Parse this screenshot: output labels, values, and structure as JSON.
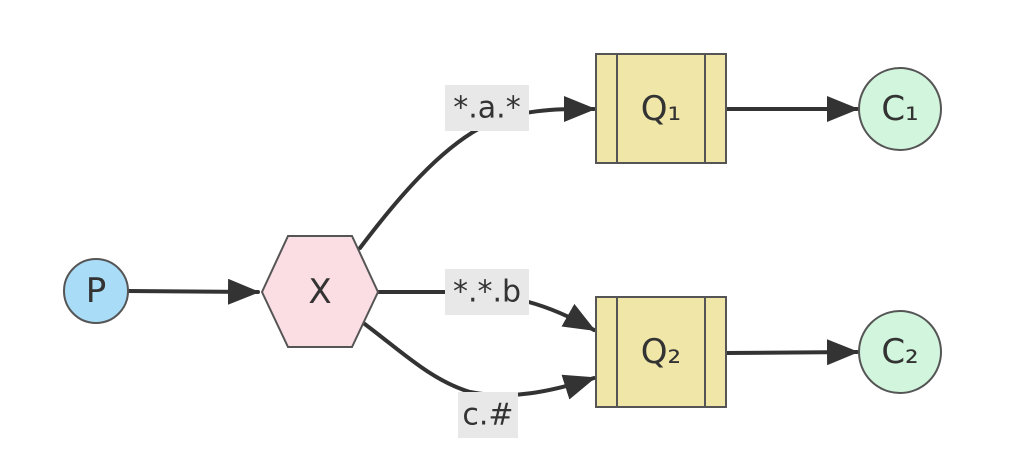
{
  "nodes": {
    "producer": {
      "label": "P",
      "shape": "circle",
      "fill": "#a9dcf7"
    },
    "exchange": {
      "label": "X",
      "shape": "hexagon",
      "fill": "#fbdde4"
    },
    "queue1": {
      "label": "Q₁",
      "shape": "queue",
      "fill": "#efe6a8"
    },
    "queue2": {
      "label": "Q₂",
      "shape": "queue",
      "fill": "#efe6a8"
    },
    "consumer1": {
      "label": "C₁",
      "shape": "circle",
      "fill": "#d2f5dd"
    },
    "consumer2": {
      "label": "C₂",
      "shape": "circle",
      "fill": "#d2f5dd"
    }
  },
  "edges": [
    {
      "from": "producer",
      "to": "exchange",
      "label": ""
    },
    {
      "from": "exchange",
      "to": "queue1",
      "label": "*.a.*"
    },
    {
      "from": "exchange",
      "to": "queue2",
      "label": "*.*.b"
    },
    {
      "from": "exchange",
      "to": "queue2",
      "label": "c.#"
    },
    {
      "from": "queue1",
      "to": "consumer1",
      "label": ""
    },
    {
      "from": "queue2",
      "to": "consumer2",
      "label": ""
    }
  ],
  "colors": {
    "stroke": "#555555",
    "edge": "#333333",
    "label_background": "#e8e8e8"
  }
}
